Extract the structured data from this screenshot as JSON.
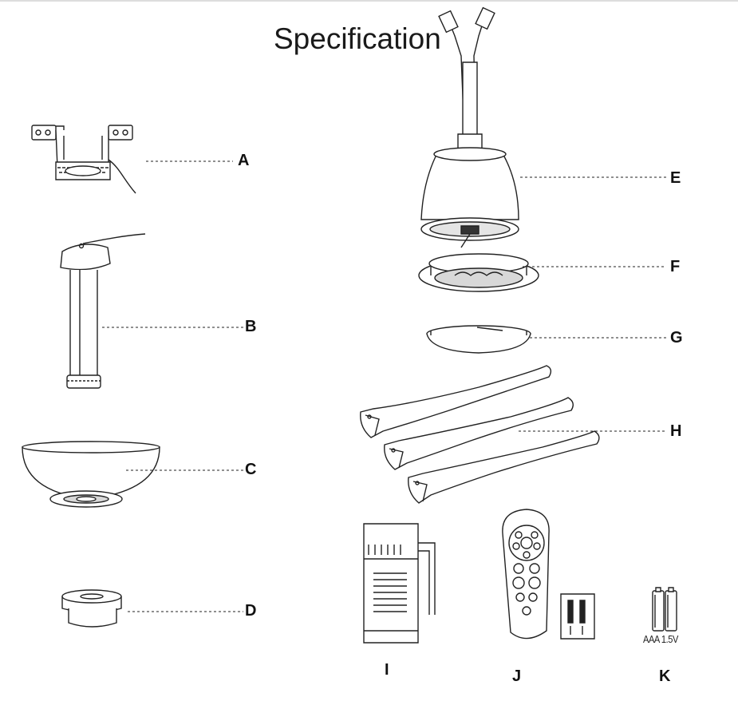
{
  "title": "Specification",
  "parts": [
    {
      "key": "A",
      "label": "A"
    },
    {
      "key": "B",
      "label": "B"
    },
    {
      "key": "C",
      "label": "C"
    },
    {
      "key": "D",
      "label": "D"
    },
    {
      "key": "E",
      "label": "E"
    },
    {
      "key": "F",
      "label": "F"
    },
    {
      "key": "G",
      "label": "G"
    },
    {
      "key": "H",
      "label": "H"
    },
    {
      "key": "I",
      "label": "I"
    },
    {
      "key": "J",
      "label": "J"
    },
    {
      "key": "K",
      "label": "K"
    }
  ],
  "battery_text": "AAA 1.5V",
  "colors": {
    "line": "#222222",
    "fill": "#ffffff",
    "shade": "#d8d8d8"
  }
}
